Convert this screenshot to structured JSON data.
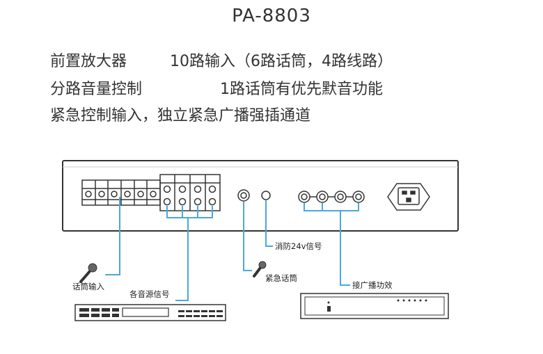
{
  "title": "PA-8803",
  "features": [
    {
      "label": "前置放大器",
      "detail": "10路输入（6路话筒，4路线路）"
    },
    {
      "label": "分路音量控制",
      "detail": "1路话筒有优先默音功能"
    },
    {
      "label": "紧急控制输入，独立紧急广播强插通道"
    }
  ],
  "diagram": {
    "labels": {
      "mic_input": "话筒输入",
      "source_signal": "各音源信号",
      "emergency_mic": "紧急话筒",
      "fire_24v": "消防24v信号",
      "power_amp": "接广播功效"
    },
    "colors": {
      "wire": "#4aa8dc",
      "outline": "#333333"
    }
  }
}
